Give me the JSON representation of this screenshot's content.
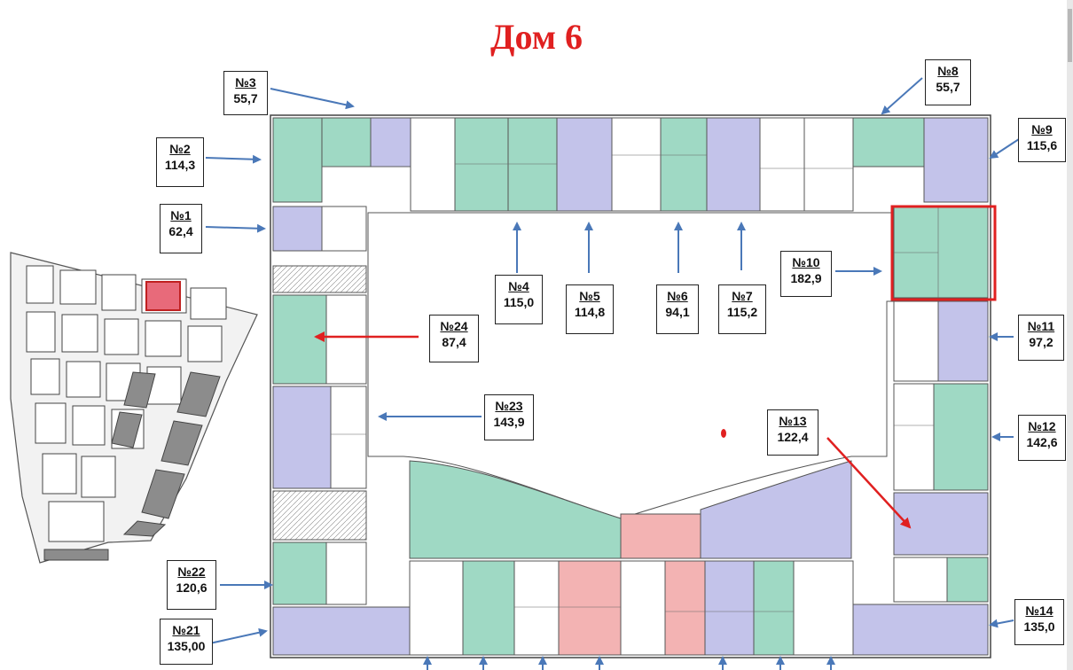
{
  "title": "Дом 6",
  "colors": {
    "teal": "#9fd9c4",
    "lavender": "#c3c3ea",
    "pink": "#f3b3b3",
    "arrow": "#4a78b8",
    "highlight": "#e02020"
  },
  "apartments": [
    {
      "num": "№1",
      "area": "62,4"
    },
    {
      "num": "№2",
      "area": "114,3"
    },
    {
      "num": "№3",
      "area": "55,7"
    },
    {
      "num": "№4",
      "area": "115,0"
    },
    {
      "num": "№5",
      "area": "114,8"
    },
    {
      "num": "№6",
      "area": "94,1"
    },
    {
      "num": "№7",
      "area": "115,2"
    },
    {
      "num": "№8",
      "area": "55,7"
    },
    {
      "num": "№9",
      "area": "115,6"
    },
    {
      "num": "№10",
      "area": "182,9"
    },
    {
      "num": "№11",
      "area": "97,2"
    },
    {
      "num": "№12",
      "area": "142,6"
    },
    {
      "num": "№13",
      "area": "122,4"
    },
    {
      "num": "№14",
      "area": "135,0"
    },
    {
      "num": "№21",
      "area": "135,00"
    },
    {
      "num": "№22",
      "area": "120,6"
    },
    {
      "num": "№23",
      "area": "143,9"
    },
    {
      "num": "№24",
      "area": "87,4"
    }
  ],
  "highlighted": "№10"
}
